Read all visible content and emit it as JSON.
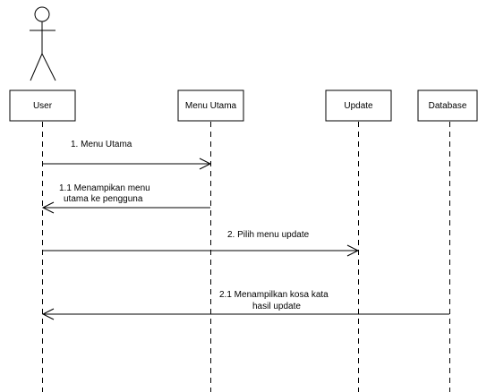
{
  "participants": [
    {
      "id": "user",
      "label": "User"
    },
    {
      "id": "menu",
      "label": "Menu Utama"
    },
    {
      "id": "update",
      "label": "Update"
    },
    {
      "id": "db",
      "label": "Database"
    }
  ],
  "messages": [
    {
      "id": "m1",
      "from": "user",
      "to": "menu",
      "lines": [
        "1. Menu Utama"
      ]
    },
    {
      "id": "m2",
      "from": "menu",
      "to": "user",
      "lines": [
        "1.1 Menampikan menu",
        "utama ke pengguna"
      ]
    },
    {
      "id": "m3",
      "from": "user",
      "to": "update",
      "lines": [
        "2. Pilih menu update"
      ]
    },
    {
      "id": "m4",
      "from": "db",
      "to": "user",
      "lines": [
        "2.1 Menampilkan kosa kata",
        "hasil update"
      ]
    }
  ]
}
